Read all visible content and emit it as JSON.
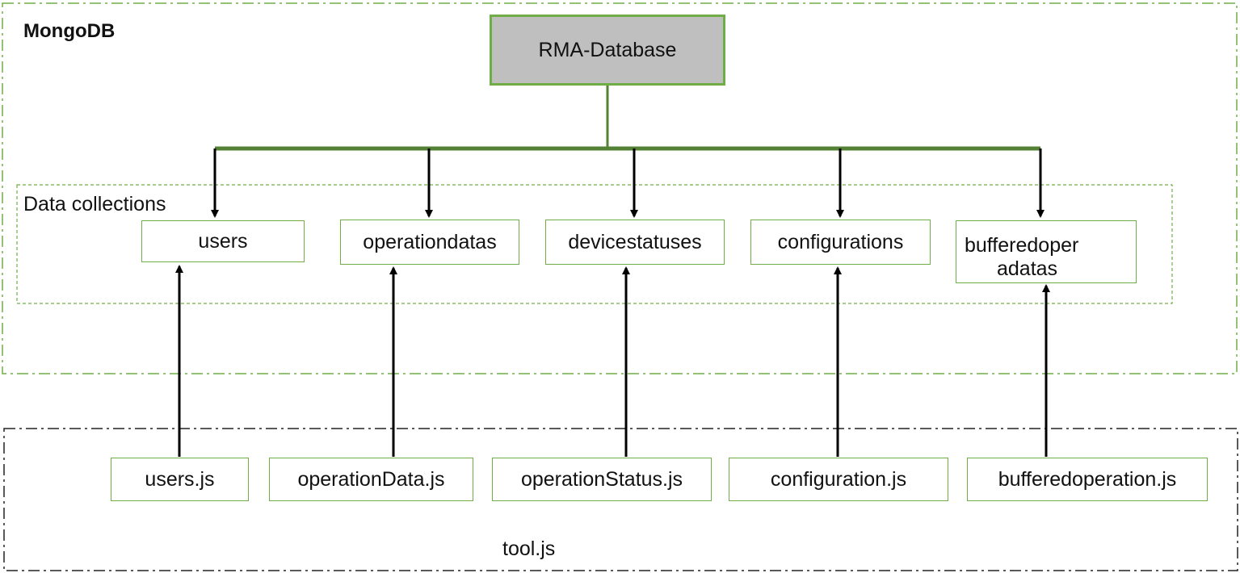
{
  "containers": {
    "mongodb_label": "MongoDB",
    "collections_label": "Data collections",
    "tool_label": "tool.js"
  },
  "root": {
    "label": "RMA-Database"
  },
  "collections": [
    {
      "label": "users"
    },
    {
      "label": "operationdatas"
    },
    {
      "label": "devicestatuses"
    },
    {
      "label": "configurations"
    },
    {
      "label_line1": "bufferedoper",
      "label_line2": "adatas"
    }
  ],
  "scripts": [
    {
      "label": "users.js"
    },
    {
      "label": "operationData.js"
    },
    {
      "label": "operationStatus.js"
    },
    {
      "label": "configuration.js"
    },
    {
      "label": "bufferedoperation.js"
    }
  ],
  "colors": {
    "accent_green": "#70ad47",
    "tree_green": "#548235",
    "root_fill": "#bfbfbf",
    "arrow": "#000000"
  }
}
